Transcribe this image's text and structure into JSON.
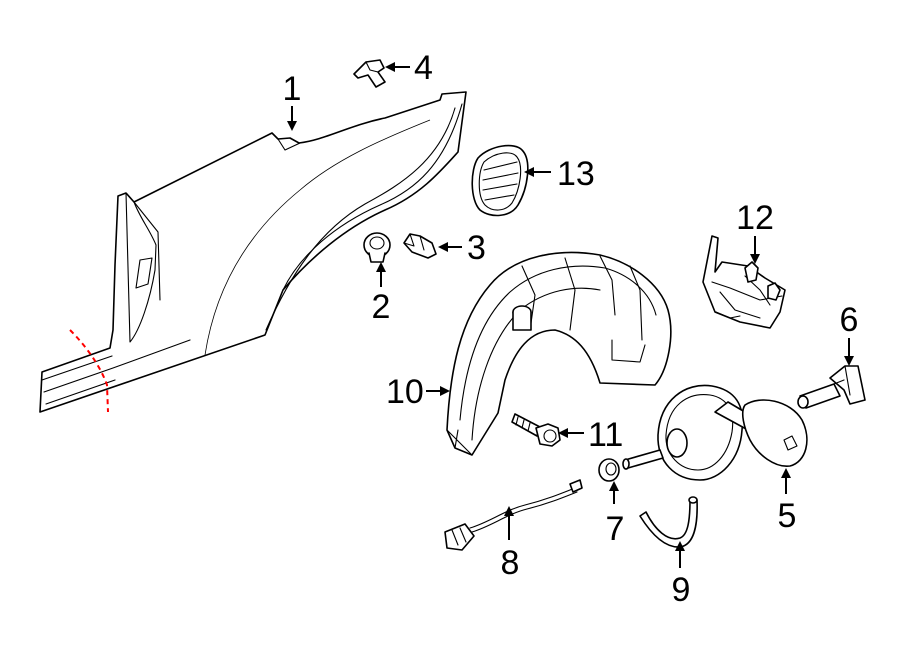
{
  "diagram": {
    "callouts": [
      {
        "id": "1",
        "label": "1"
      },
      {
        "id": "2",
        "label": "2"
      },
      {
        "id": "3",
        "label": "3"
      },
      {
        "id": "4",
        "label": "4"
      },
      {
        "id": "5",
        "label": "5"
      },
      {
        "id": "6",
        "label": "6"
      },
      {
        "id": "7",
        "label": "7"
      },
      {
        "id": "8",
        "label": "8"
      },
      {
        "id": "9",
        "label": "9"
      },
      {
        "id": "10",
        "label": "10"
      },
      {
        "id": "11",
        "label": "11"
      },
      {
        "id": "12",
        "label": "12"
      },
      {
        "id": "13",
        "label": "13"
      }
    ],
    "colors": {
      "line": "#000000",
      "cut_line": "#ff0000",
      "background": "#ffffff"
    }
  }
}
